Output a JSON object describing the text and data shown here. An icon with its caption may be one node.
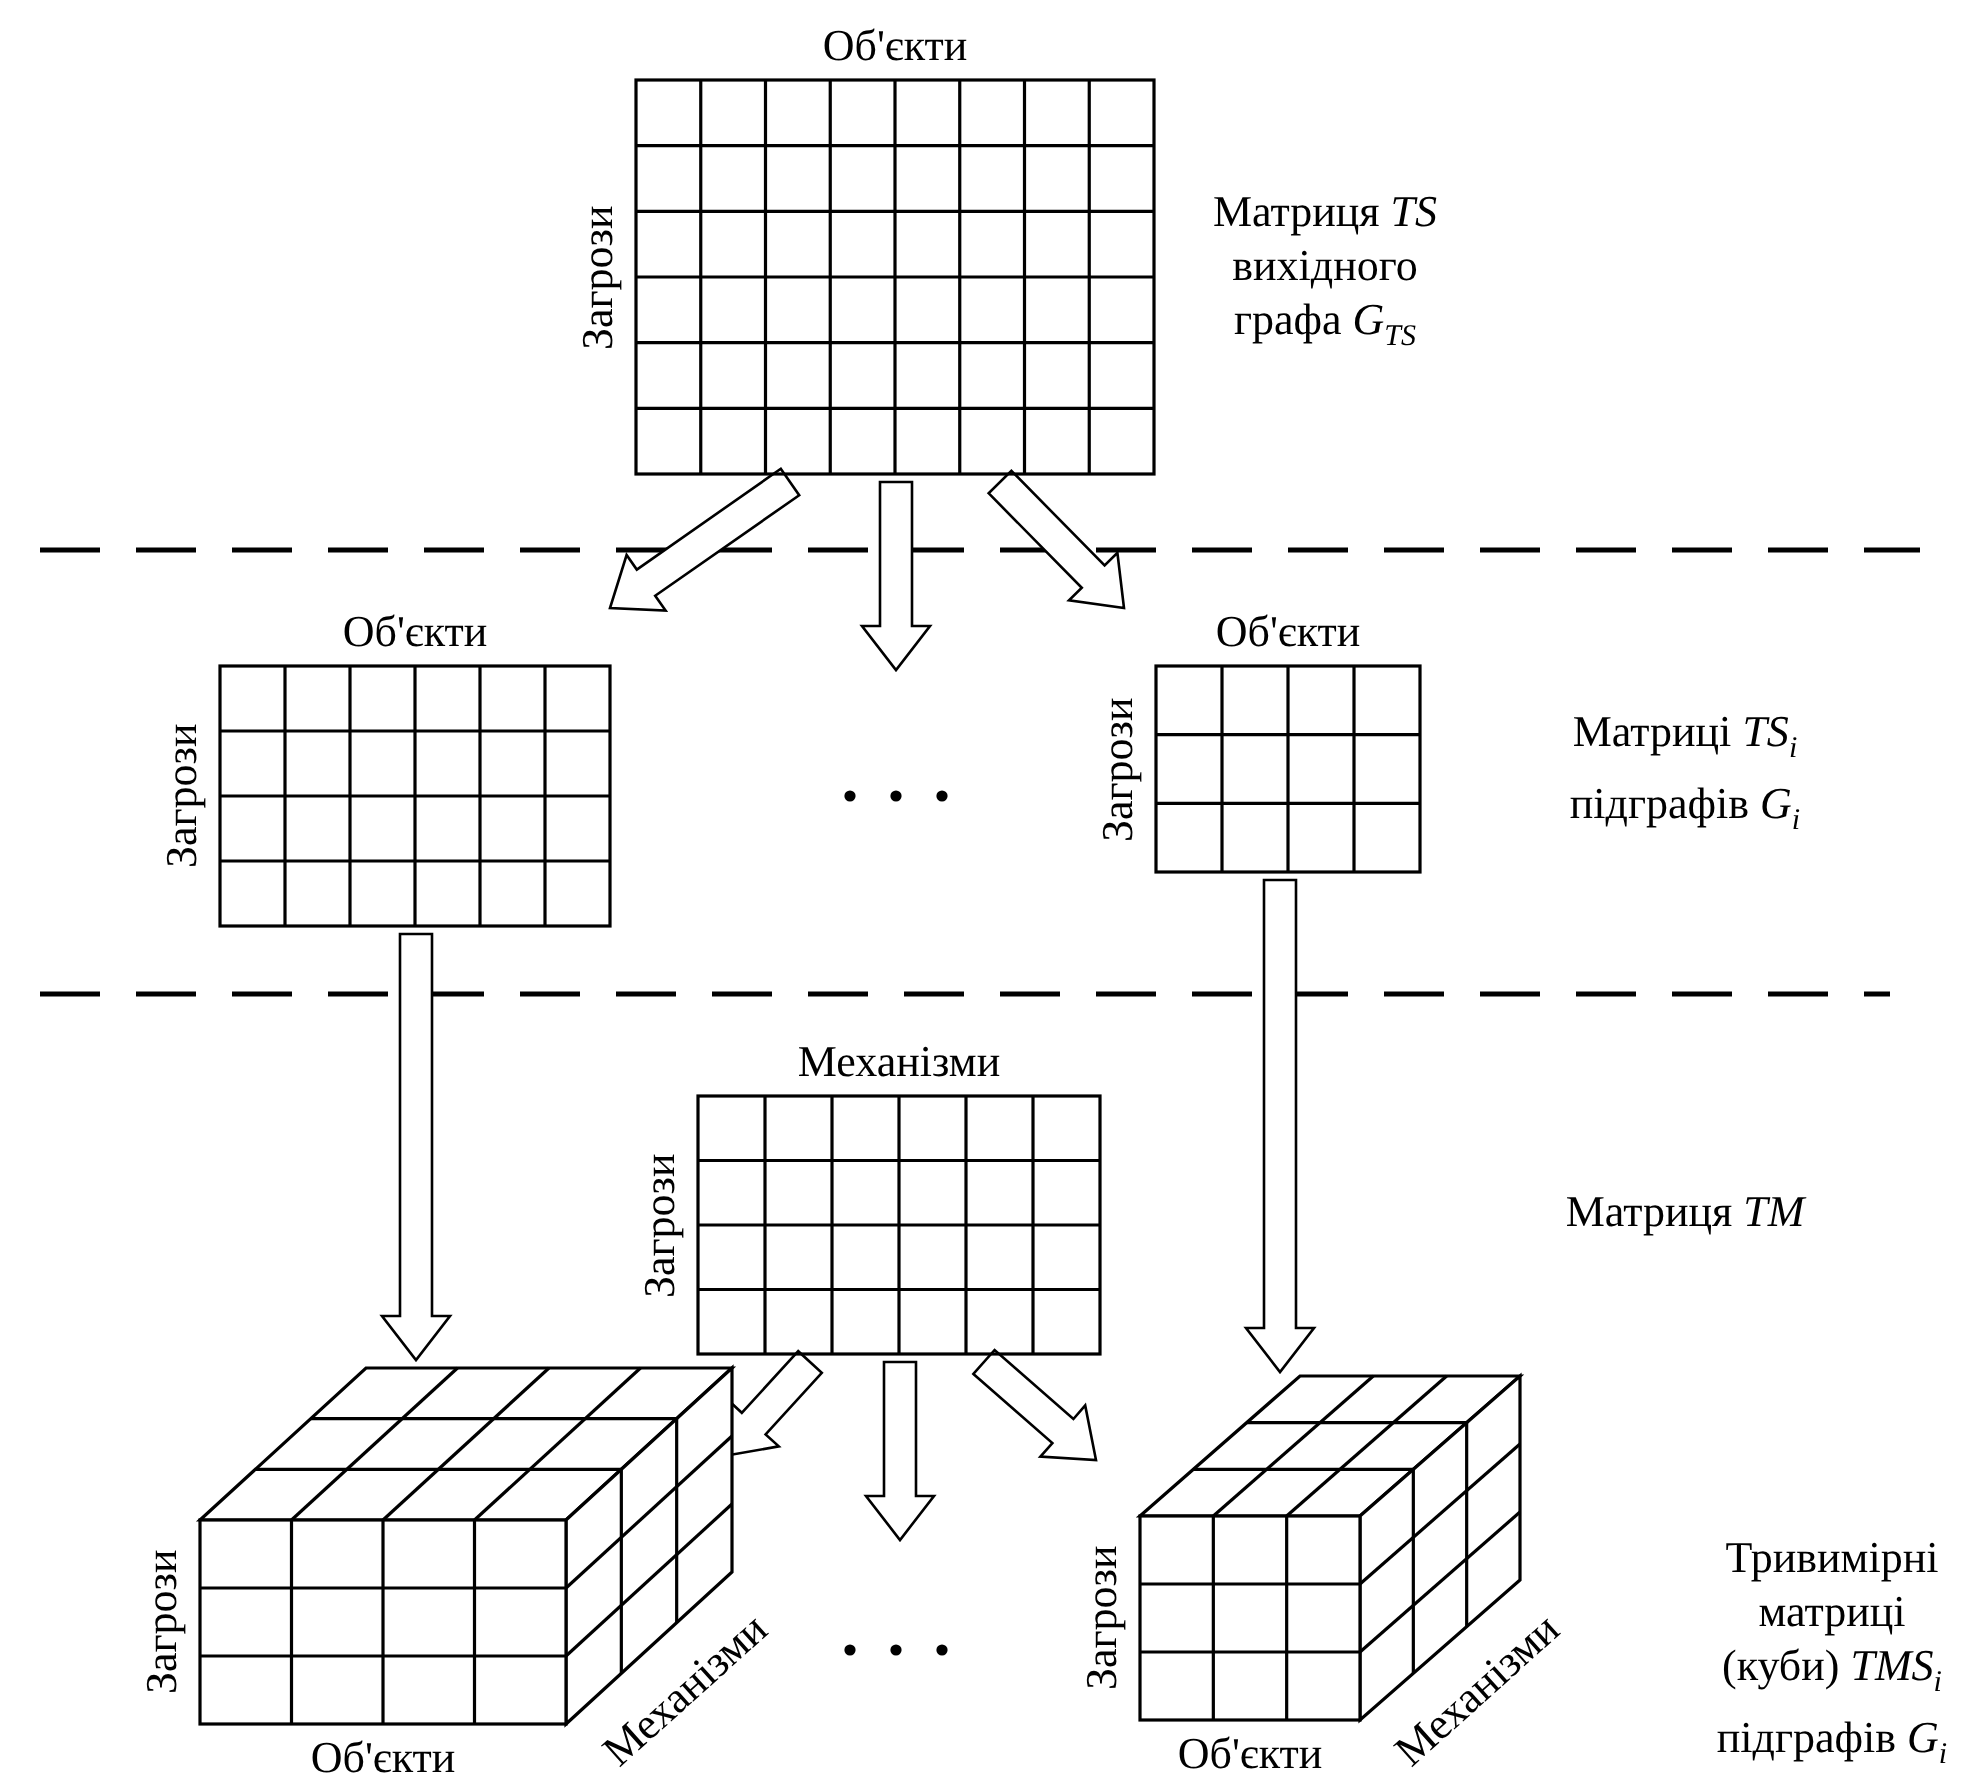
{
  "diagram": {
    "nodes": [
      {
        "text": [
          "Об'єкти",
          "Загрози"
        ]
      },
      {
        "text": [
          "Об'єкти",
          "Загрози"
        ]
      },
      {
        "text": [
          "Об'єкти",
          "Загрози"
        ]
      },
      {
        "text": [
          "Механізми",
          "Загрози"
        ]
      },
      {
        "text": [
          "Загрози",
          "Об'єкти",
          "Механізми"
        ]
      },
      {
        "text": [
          "Загрози",
          "Об'єкти",
          "Механізми"
        ]
      }
    ],
    "edges": [
      {
        "from": 0,
        "to": 1,
        "arrow": "to"
      },
      {
        "from": 0,
        "to": null,
        "arrow": "to"
      },
      {
        "from": 0,
        "to": 2,
        "arrow": "to"
      },
      {
        "from": 1,
        "to": 4,
        "arrow": "to"
      },
      {
        "from": 2,
        "to": 5,
        "arrow": "to"
      },
      {
        "from": 3,
        "to": 4,
        "arrow": "to"
      },
      {
        "from": 3,
        "to": null,
        "arrow": "to"
      },
      {
        "from": 3,
        "to": 5,
        "arrow": "to"
      }
    ],
    "labels": [
      "Матриця *TS* вихідного графа *G*$_{TS}$",
      "Матриці *TS*$_{i}$ підграфів *G*$_{i}$",
      "Матриця *TM*",
      "Тривимірні матриці (куби) *TMS*$_{i}$ підграфів *G*$_{i}$"
    ]
  }
}
